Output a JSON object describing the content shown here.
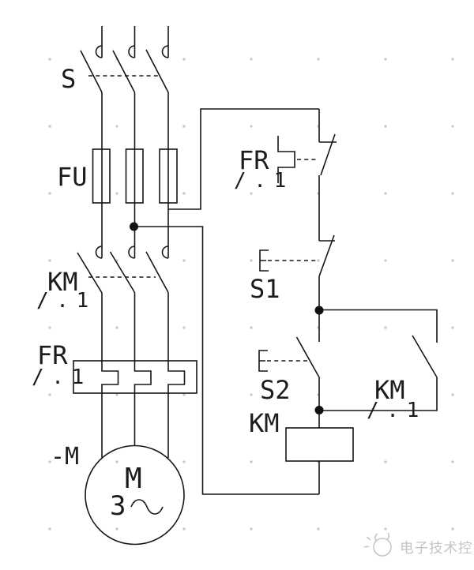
{
  "schematic": {
    "labels": {
      "disconnect_switch": "S",
      "fuse": "FU",
      "contactor_main": "KM",
      "contactor_main_ref": "/ . 1",
      "overload_relay_main": "FR",
      "overload_relay_main_ref": "/ . 1",
      "motor_tag": "-M",
      "motor_letter": "M",
      "motor_phase_count": "3",
      "overload_relay_contact": "FR",
      "overload_relay_contact_ref": "/ . 1",
      "stop_button": "S1",
      "start_button": "S2",
      "contactor_coil": "KM",
      "contactor_aux": "KM",
      "contactor_aux_ref": "/ . 1"
    },
    "colors": {
      "background": "#ffffff",
      "line": "#161616",
      "text": "#1c1c1c",
      "junction_dot": "#111111"
    }
  },
  "watermark": {
    "text": "电子技术控",
    "color": "#c5c5c5"
  }
}
